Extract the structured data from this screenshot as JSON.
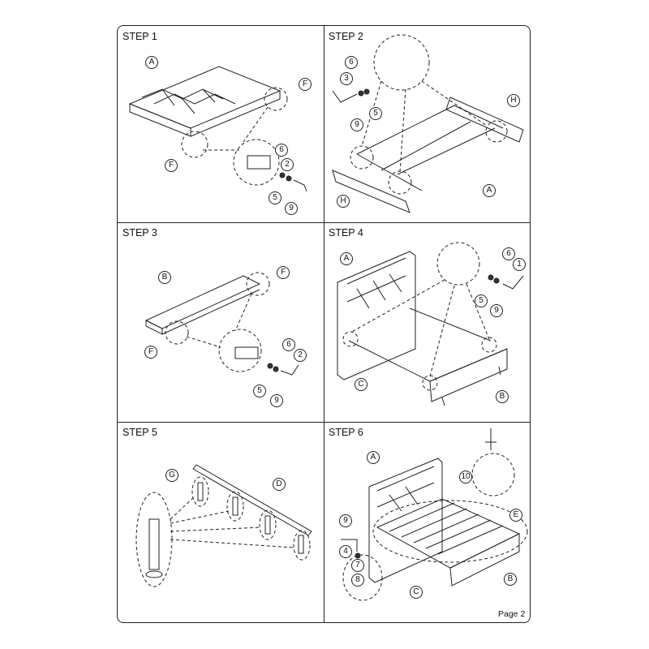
{
  "steps": [
    "STEP 1",
    "STEP 2",
    "STEP 3",
    "STEP 4",
    "STEP 5",
    "STEP 6"
  ],
  "step1": {
    "labels": [
      "A",
      "F",
      "F",
      "6",
      "2",
      "5",
      "9"
    ]
  },
  "step2": {
    "labels": [
      "6",
      "3",
      "5",
      "9",
      "H",
      "A",
      "H"
    ]
  },
  "step3": {
    "labels": [
      "B",
      "F",
      "F",
      "6",
      "2",
      "5",
      "9"
    ]
  },
  "step4": {
    "labels": [
      "A",
      "6",
      "1",
      "5",
      "9",
      "C",
      "B"
    ]
  },
  "step5": {
    "labels": [
      "G",
      "D"
    ]
  },
  "step6": {
    "labels": [
      "A",
      "10",
      "E",
      "9",
      "4",
      "7",
      "8",
      "B",
      "C"
    ]
  },
  "page": "Page 2"
}
